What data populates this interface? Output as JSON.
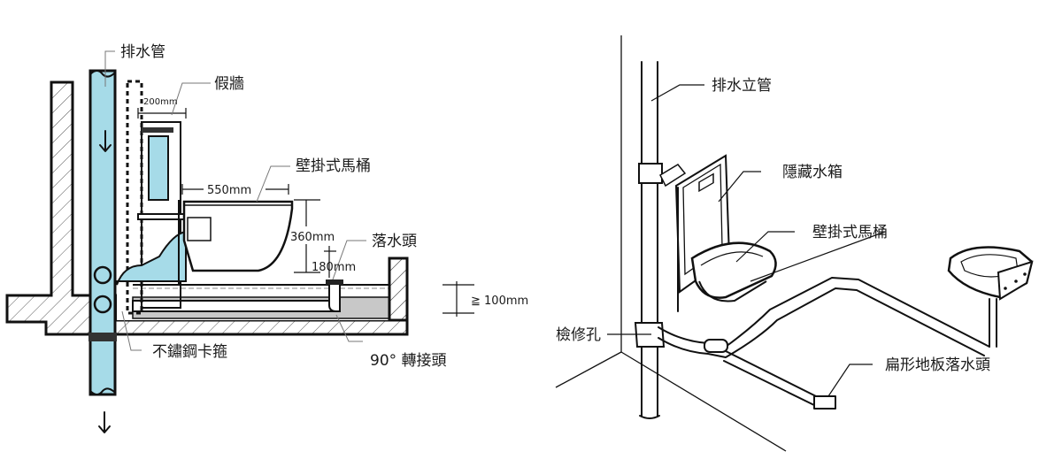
{
  "left_diagram": {
    "title": "Wall-hung toilet section",
    "labels": {
      "drain_pipe": "排水管",
      "false_wall": "假牆",
      "wall_hung_toilet": "壁掛式馬桶",
      "floor_drain": "落水頭",
      "stainless_clamp": "不鏽鋼卡箍",
      "elbow_90": "90° 轉接頭"
    },
    "dimensions": {
      "false_wall_depth": "200mm",
      "toilet_projection": "550mm",
      "seat_height": "360mm",
      "drain_height": "180mm",
      "floor_drop": "≧ 100mm"
    },
    "colors": {
      "pipe_fill": "#a6dbe8",
      "fill_gray": "#c8c8c8",
      "ink": "#111111"
    }
  },
  "right_diagram": {
    "title": "Wall-hung toilet piping isometric",
    "labels": {
      "vertical_drain_stack": "排水立管",
      "concealed_cistern": "隱藏水箱",
      "wall_hung_toilet": "壁掛式馬桶",
      "inspection_opening": "檢修孔",
      "flat_floor_drain": "扁形地板落水頭"
    }
  }
}
